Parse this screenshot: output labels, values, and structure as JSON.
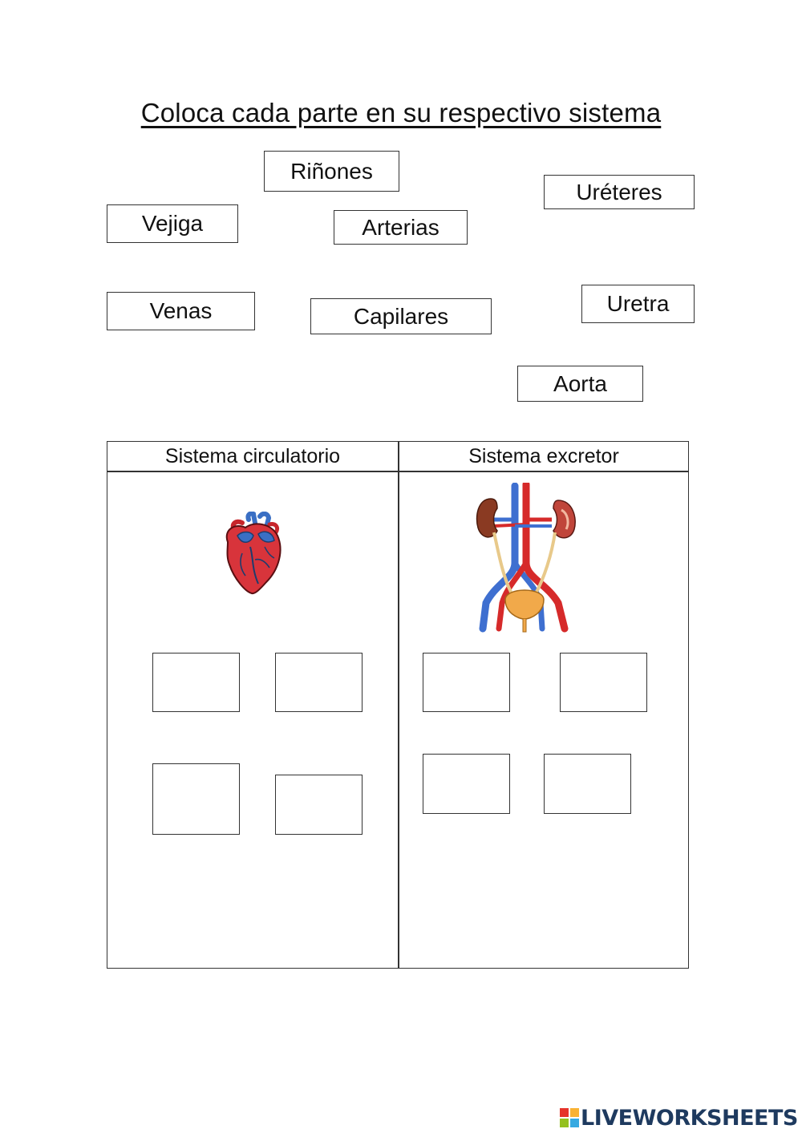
{
  "title": "Coloca cada parte en su respectivo sistema",
  "word_bank": [
    "Riñones",
    "Uréteres",
    "Vejiga",
    "Arterias",
    "Venas",
    "Capilares",
    "Uretra",
    "Aorta"
  ],
  "table": {
    "headers": [
      "Sistema circulatorio",
      "Sistema excretor"
    ]
  },
  "illustrations": {
    "left": "heart-icon",
    "right": "urinary-system-icon"
  },
  "logo": {
    "text": "LIVEWORKSHEETS",
    "colors": [
      "#e6332a",
      "#f9b233",
      "#95c11f",
      "#36a9e1"
    ]
  }
}
